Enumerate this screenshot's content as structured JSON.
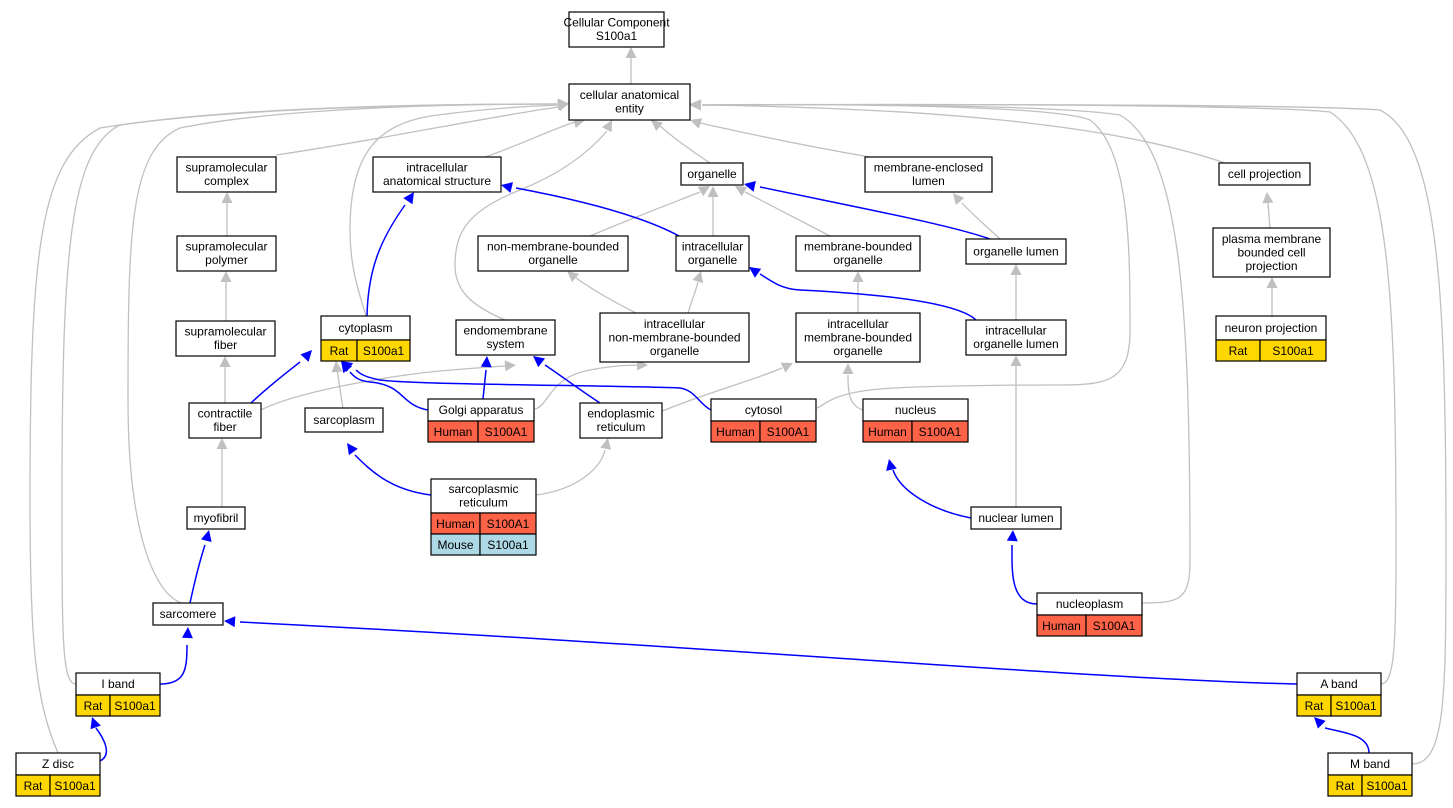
{
  "diagram": {
    "nodes": {
      "cc_root": [
        "Cellular Component",
        "S100a1"
      ],
      "cae": [
        "cellular anatomical",
        "entity"
      ],
      "supcomplex": [
        "supramolecular",
        "complex"
      ],
      "ias": [
        "intracellular",
        "anatomical structure"
      ],
      "organelle": [
        "organelle"
      ],
      "mel": [
        "membrane-enclosed",
        "lumen"
      ],
      "cellproj": [
        "cell projection"
      ],
      "suppolymer": [
        "supramolecular",
        "polymer"
      ],
      "nmbo": [
        "non-membrane-bounded",
        "organelle"
      ],
      "io": [
        "intracellular",
        "organelle"
      ],
      "mbo": [
        "membrane-bounded",
        "organelle"
      ],
      "olumen": [
        "organelle lumen"
      ],
      "pmbcp": [
        "plasma membrane",
        "bounded cell",
        "projection"
      ],
      "supfiber": [
        "supramolecular",
        "fiber"
      ],
      "cytoplasm": [
        "cytoplasm"
      ],
      "endomem": [
        "endomembrane",
        "system"
      ],
      "inmbo": [
        "intracellular",
        "non-membrane-bounded",
        "organelle"
      ],
      "imbo": [
        "intracellular",
        "membrane-bounded",
        "organelle"
      ],
      "iol": [
        "intracellular",
        "organelle lumen"
      ],
      "neuronproj": [
        "neuron projection"
      ],
      "contractile": [
        "contractile",
        "fiber"
      ],
      "sarcoplasm": [
        "sarcoplasm"
      ],
      "golgi": [
        "Golgi apparatus"
      ],
      "er": [
        "endoplasmic",
        "reticulum"
      ],
      "cytosol": [
        "cytosol"
      ],
      "nucleus": [
        "nucleus"
      ],
      "sr": [
        "sarcoplasmic",
        "reticulum"
      ],
      "myofibril": [
        "myofibril"
      ],
      "nuclumen": [
        "nuclear lumen"
      ],
      "sarcomere": [
        "sarcomere"
      ],
      "nucleoplasm": [
        "nucleoplasm"
      ],
      "iband": [
        "I band"
      ],
      "aband": [
        "A band"
      ],
      "zdisc": [
        "Z disc"
      ],
      "mband": [
        "M band"
      ]
    },
    "annotations": {
      "cytoplasm": [
        [
          "Rat",
          "S100a1"
        ]
      ],
      "neuronproj": [
        [
          "Rat",
          "S100a1"
        ]
      ],
      "golgi": [
        [
          "Human",
          "S100A1"
        ]
      ],
      "cytosol": [
        [
          "Human",
          "S100A1"
        ]
      ],
      "nucleus": [
        [
          "Human",
          "S100A1"
        ]
      ],
      "sr": [
        [
          "Human",
          "S100A1"
        ],
        [
          "Mouse",
          "S100a1"
        ]
      ],
      "nucleoplasm": [
        [
          "Human",
          "S100A1"
        ]
      ],
      "iband": [
        [
          "Rat",
          "S100a1"
        ]
      ],
      "aband": [
        [
          "Rat",
          "S100a1"
        ]
      ],
      "zdisc": [
        [
          "Rat",
          "S100a1"
        ]
      ],
      "mband": [
        [
          "Rat",
          "S100a1"
        ]
      ]
    },
    "species_colors": {
      "Rat": "#ffd700",
      "Human": "#ff6347",
      "Mouse": "#add8e6"
    },
    "edge_colors": {
      "is_a": "#c0c0c0",
      "part_of": "#0000ff"
    }
  }
}
